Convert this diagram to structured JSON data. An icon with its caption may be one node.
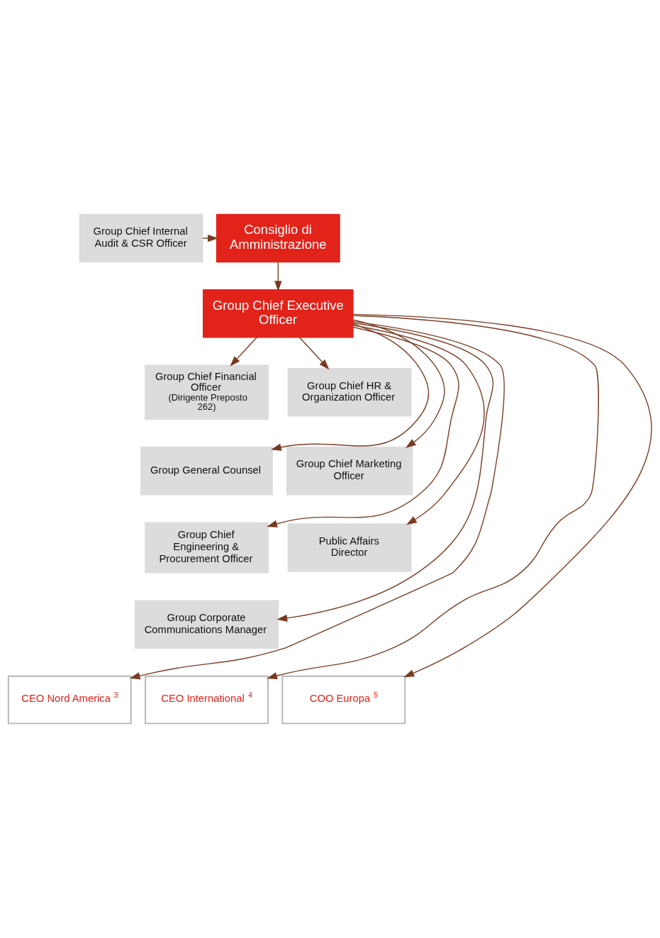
{
  "diagram": {
    "nodes": [
      {
        "text": [
          "Consiglio di Amministrazione"
        ]
      },
      {
        "text": [
          "Group Chief Internal Audit & CSR Officer"
        ]
      },
      {
        "text": [
          "Group Chief Executive Officer"
        ]
      },
      {
        "text": [
          "Group Chief Financial Officer",
          "(Dirigente Preposto 262)"
        ]
      },
      {
        "text": [
          "Group Chief HR & Organization Officer"
        ]
      },
      {
        "text": [
          "Group General Counsel"
        ]
      },
      {
        "text": [
          "Group Chief Marketing Officer"
        ]
      },
      {
        "text": [
          "Group Chief Engineering & Procurement Officer"
        ]
      },
      {
        "text": [
          "Public Affairs Director"
        ]
      },
      {
        "text": [
          "Group Corporate Communications Manager"
        ]
      },
      {
        "text": [
          "CEO Nord America $^{3}$"
        ]
      },
      {
        "text": [
          "CEO International $^{4}$"
        ]
      },
      {
        "text": [
          "COO Europa $^{5}$"
        ]
      }
    ],
    "edges": [
      {
        "from": 0,
        "to": 2,
        "arrow": "to"
      },
      {
        "from": 1,
        "to": 0,
        "arrow": "to"
      },
      {
        "from": 2,
        "to": 3,
        "arrow": "to"
      },
      {
        "from": 2,
        "to": 4,
        "arrow": "to"
      },
      {
        "from": 2,
        "to": 5,
        "arrow": "to"
      },
      {
        "from": 2,
        "to": 6,
        "arrow": "to"
      },
      {
        "from": 2,
        "to": 7,
        "arrow": "to"
      },
      {
        "from": 2,
        "to": 8,
        "arrow": "to"
      },
      {
        "from": 2,
        "to": 9,
        "arrow": "to"
      },
      {
        "from": 2,
        "to": 10,
        "arrow": "to"
      },
      {
        "from": 2,
        "to": 11,
        "arrow": "to"
      },
      {
        "from": 2,
        "to": 12,
        "arrow": "to"
      }
    ]
  }
}
